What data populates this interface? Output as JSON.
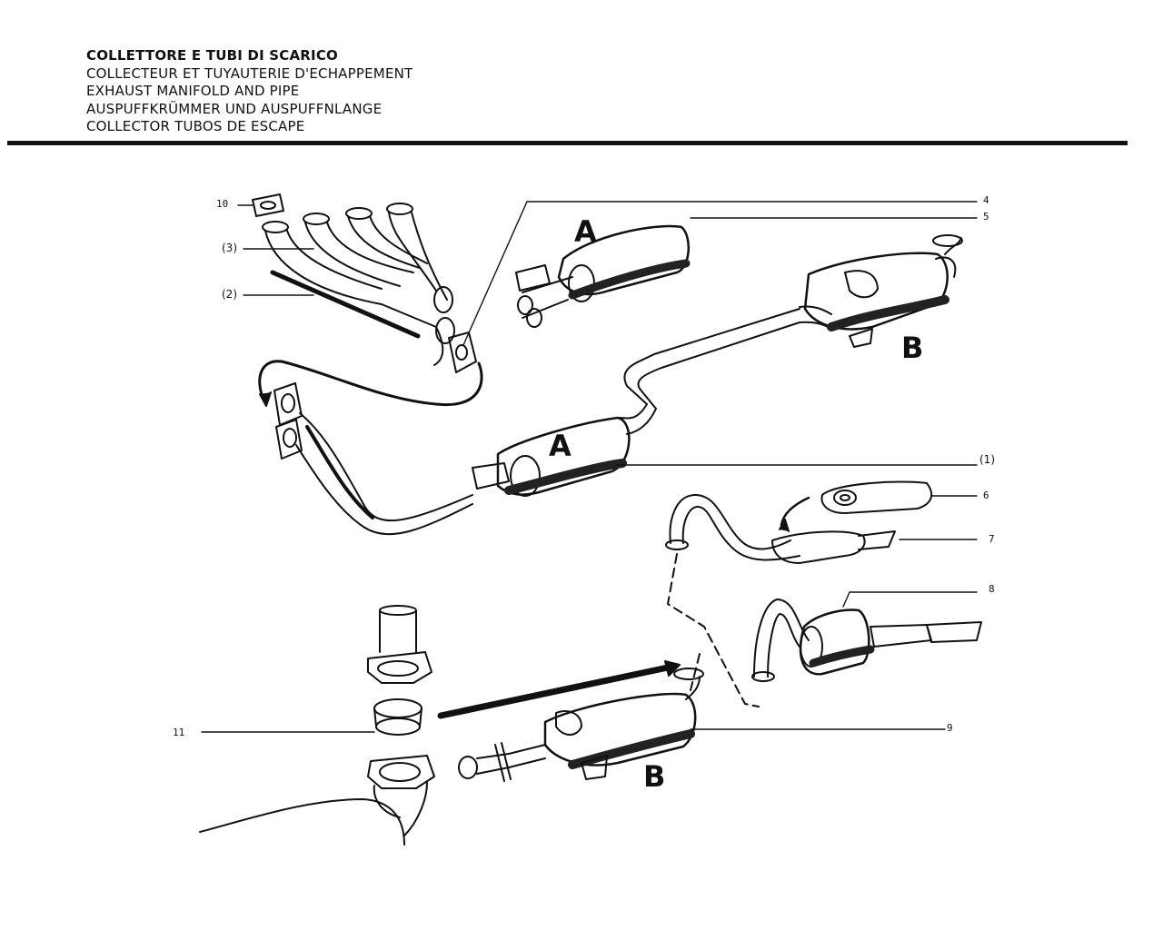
{
  "header": {
    "line_it": "COLLETTORE E TUBI DI SCARICO",
    "line_fr": "COLLECTEUR ET TUYAUTERIE D'ECHAPPEMENT",
    "line_en": "EXHAUST MANIFOLD AND PIPE",
    "line_de": "AUSPUFFKRÜMMER UND AUSPUFFNLANGE",
    "line_es": "COLLECTOR TUBOS DE ESCAPE"
  },
  "callouts": {
    "c10": "10",
    "c3": "(3)",
    "c2": "(2)",
    "c4": "4",
    "c5": "5",
    "c1": "(1)",
    "c6": "6",
    "c7": "7",
    "c8": "8",
    "c9": "9",
    "c11": "11"
  },
  "section_letters": {
    "a_top": "A",
    "a_mid": "A",
    "b_top": "B",
    "b_bottom": "B"
  },
  "colors": {
    "ink": "#111111",
    "paper": "#ffffff"
  }
}
